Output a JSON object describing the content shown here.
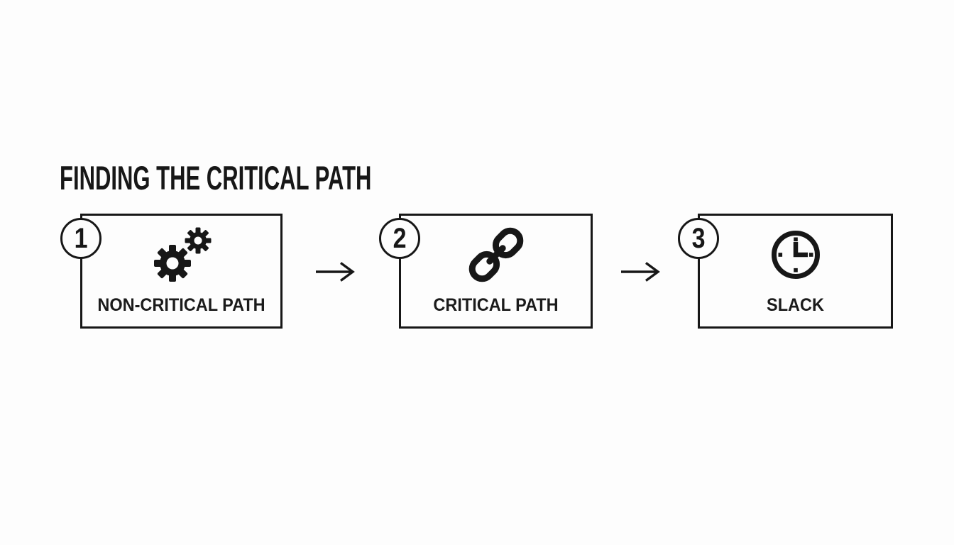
{
  "colors": {
    "background": "#fdfdfd",
    "ink": "#171717"
  },
  "title": "FINDING THE CRITICAL PATH",
  "steps": [
    {
      "number": "1",
      "label": "NON-CRITICAL PATH",
      "icon": "gears-icon"
    },
    {
      "number": "2",
      "label": "CRITICAL PATH",
      "icon": "chain-link-icon"
    },
    {
      "number": "3",
      "label": "SLACK",
      "icon": "clock-icon"
    }
  ],
  "connectors": [
    {
      "icon": "arrow-right-icon"
    },
    {
      "icon": "arrow-right-icon"
    }
  ]
}
